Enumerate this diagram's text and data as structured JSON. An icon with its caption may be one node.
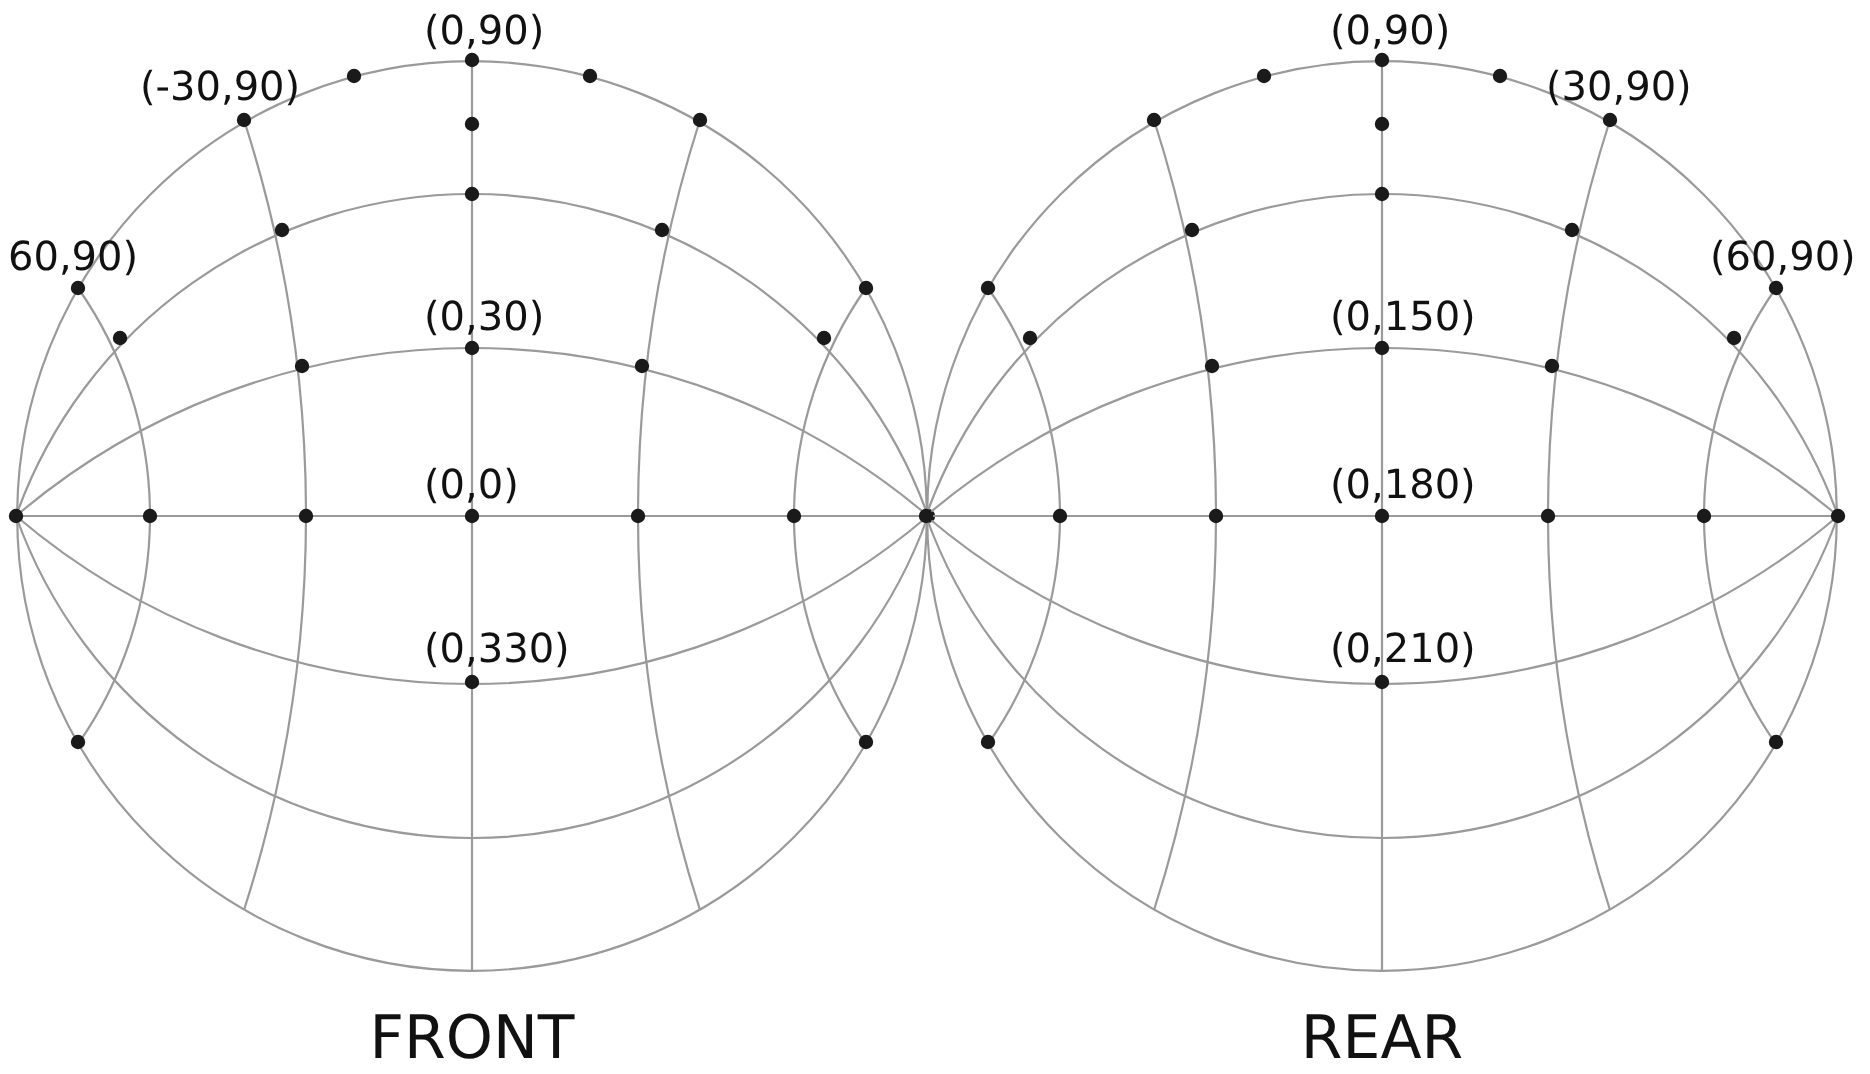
{
  "diagram": {
    "nodes": [
      {
        "text": [
          "(0,90)",
          "(-30,90)",
          "60,90)",
          "(0,30)",
          "(0,0)",
          "(0,330)",
          "FRONT"
        ]
      },
      {
        "text": [
          "(0,90)",
          "(30,90)",
          "(60,90)",
          "(0,150)",
          "(0,180)",
          "(0,210)",
          "REAR"
        ]
      }
    ]
  }
}
